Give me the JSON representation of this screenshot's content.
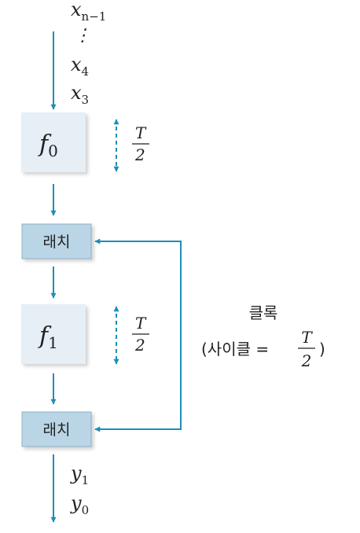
{
  "colors": {
    "arrow": "#1a8fb8",
    "func_box": "#e6eff5",
    "latch_box": "#b9d5e6",
    "latch_border": "#8fb3c8",
    "text": "#222222"
  },
  "inputs": {
    "top": {
      "base": "x",
      "sub": "n−1"
    },
    "ellipsis": "⋮",
    "x4": {
      "base": "x",
      "sub": "4"
    },
    "x3": {
      "base": "x",
      "sub": "3"
    }
  },
  "f0": {
    "base": "f",
    "sub": "0"
  },
  "f1": {
    "base": "f",
    "sub": "1"
  },
  "delay0": {
    "numerator": "T",
    "denominator": "2"
  },
  "delay1": {
    "numerator": "T",
    "denominator": "2"
  },
  "latch1": {
    "label": "래치"
  },
  "latch2": {
    "label": "래치"
  },
  "clock": {
    "title": "클록",
    "cycle_open": "(사이클 =",
    "numerator": "T",
    "denominator": "2",
    "cycle_close": ")"
  },
  "outputs": {
    "y1": {
      "base": "y",
      "sub": "1"
    },
    "y0": {
      "base": "y",
      "sub": "0"
    }
  }
}
